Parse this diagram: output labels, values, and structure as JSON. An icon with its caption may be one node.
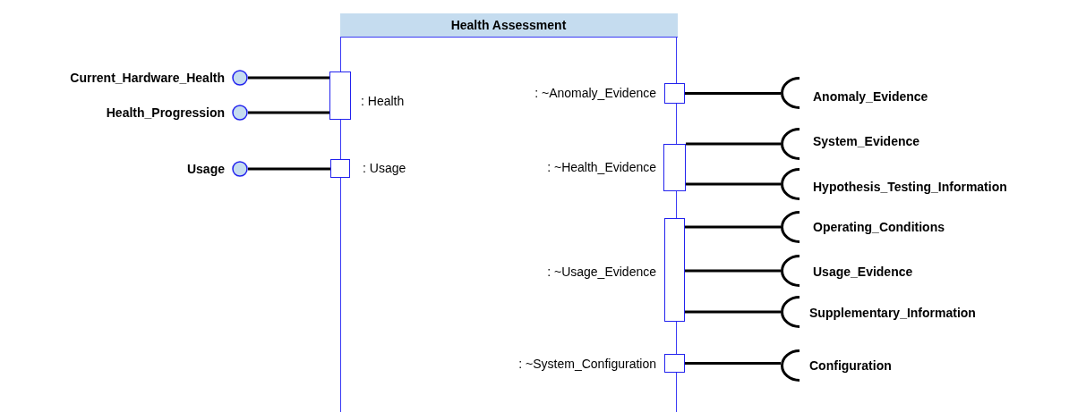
{
  "diagram": {
    "nodes": [
      {
        "text": [
          "Health Assessment"
        ]
      },
      {
        "text": [],
        "shape": "circle",
        "beside": [
          "Current_Hardware_Health"
        ]
      },
      {
        "text": [],
        "shape": "circle",
        "beside": [
          "Health_Progression"
        ]
      },
      {
        "text": [],
        "shape": "circle",
        "beside": [
          "Usage"
        ]
      },
      {
        "text": [],
        "shape": "box"
      },
      {
        "text": [],
        "shape": "box"
      },
      {
        "text": [],
        "shape": "box"
      },
      {
        "text": [],
        "shape": "box"
      },
      {
        "text": [],
        "shape": "box"
      },
      {
        "text": [],
        "shape": "box"
      },
      {
        "text": [],
        "shape": "arc",
        "beside": [
          "Anomaly_Evidence"
        ]
      },
      {
        "text": [],
        "shape": "arc",
        "beside": [
          "System_Evidence"
        ]
      },
      {
        "text": [],
        "shape": "arc",
        "beside": [
          "Hypothesis_Testing_Information"
        ]
      },
      {
        "text": [],
        "shape": "arc",
        "beside": [
          "Operating_Conditions"
        ]
      },
      {
        "text": [],
        "shape": "arc",
        "beside": [
          "Usage_Evidence"
        ]
      },
      {
        "text": [],
        "shape": "arc",
        "beside": [
          "Supplementary_Information"
        ]
      },
      {
        "text": [],
        "shape": "arc",
        "beside": [
          "Configuration"
        ]
      }
    ],
    "edges": [
      {
        "from": 1,
        "to": 4,
        "arrow": "none"
      },
      {
        "from": 2,
        "to": 4,
        "arrow": "none"
      },
      {
        "from": 3,
        "to": 5,
        "arrow": "none"
      },
      {
        "from": 6,
        "to": 10,
        "arrow": "none"
      },
      {
        "from": 7,
        "to": 11,
        "arrow": "none"
      },
      {
        "from": 7,
        "to": 12,
        "arrow": "none"
      },
      {
        "from": 8,
        "to": 13,
        "arrow": "none"
      },
      {
        "from": 8,
        "to": 14,
        "arrow": "none"
      },
      {
        "from": 8,
        "to": 15,
        "arrow": "none"
      },
      {
        "from": 9,
        "to": 16,
        "arrow": "none"
      }
    ],
    "labels": [
      ": Health",
      ": Usage",
      ": ~Anomaly_Evidence",
      ": ~Health_Evidence",
      ": ~Usage_Evidence",
      ": ~System_Configuration"
    ]
  }
}
